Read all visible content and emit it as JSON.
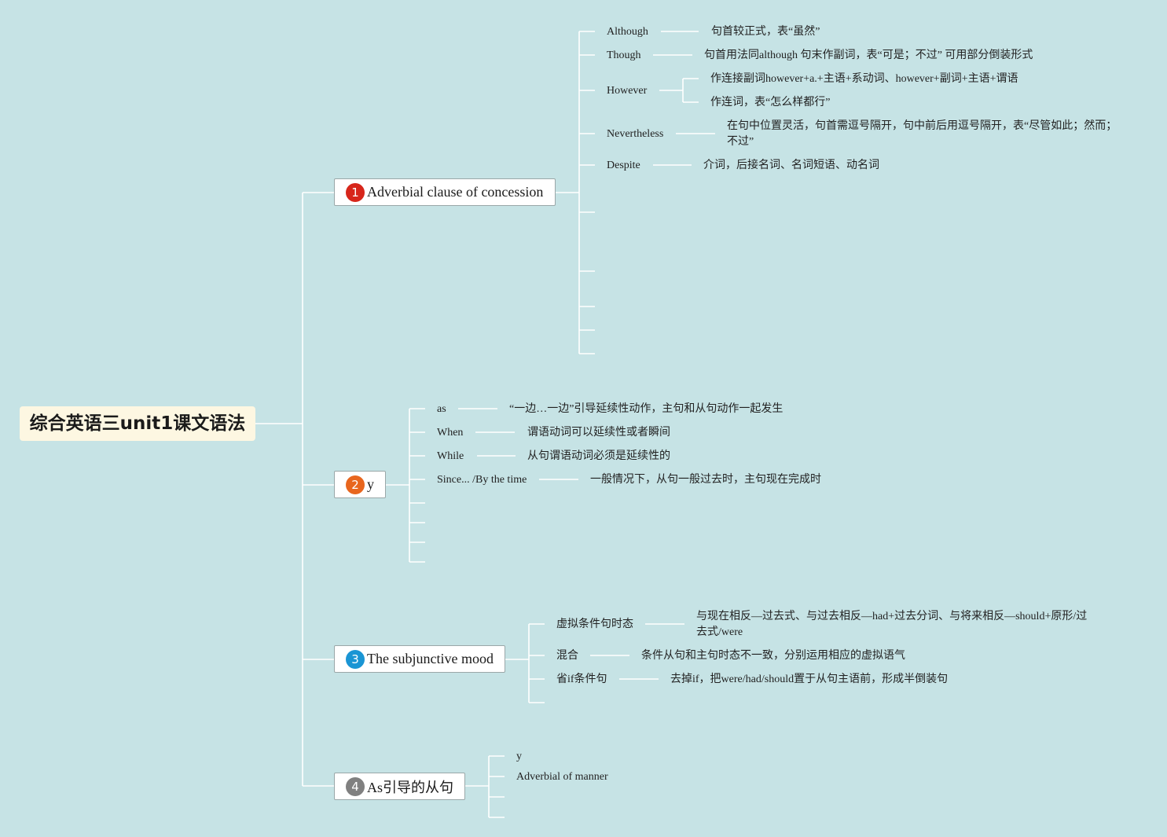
{
  "root": {
    "title": "综合英语三unit1课文语法"
  },
  "colors": {
    "background": "#c6e3e5",
    "line": "#ffffff",
    "badge1": "#d7261b",
    "badge2": "#e8661e",
    "badge3": "#1a95d4",
    "badge4": "#808080"
  },
  "branches": [
    {
      "num": "1",
      "label": "Adverbial clause of concession",
      "children": [
        {
          "term": "Although",
          "desc": "句首较正式，表“虽然”"
        },
        {
          "term": "Though",
          "desc": "句首用法同although 句末作副词，表“可是；不过” 可用部分倒装形式"
        },
        {
          "term": "However",
          "sub": [
            "作连接副词however+a.+主语+系动词、however+副词+主语+谓语",
            "作连词，表“怎么样都行”"
          ]
        },
        {
          "term": "Nevertheless",
          "desc": "在句中位置灵活，句首需逗号隔开，句中前后用逗号隔开，表“尽管如此；然而；不过”"
        },
        {
          "term": "Despite",
          "desc": "介词，后接名词、名词短语、动名词"
        }
      ]
    },
    {
      "num": "2",
      "label": "y",
      "children": [
        {
          "term": "as",
          "desc": "“一边…一边”引导延续性动作，主句和从句动作一起发生"
        },
        {
          "term": "When",
          "desc": "谓语动词可以延续性或者瞬间"
        },
        {
          "term": "While",
          "desc": "从句谓语动词必须是延续性的"
        },
        {
          "term": "Since... /By the time",
          "desc": "一般情况下，从句一般过去时，主句现在完成时"
        }
      ]
    },
    {
      "num": "3",
      "label": "The subjunctive mood",
      "children": [
        {
          "term": "虚拟条件句时态",
          "desc": "与现在相反—过去式、与过去相反—had+过去分词、与将来相反—should+原形/过去式/were"
        },
        {
          "term": "混合",
          "desc": "条件从句和主句时态不一致，分别运用相应的虚拟语气"
        },
        {
          "term": "省if条件句",
          "desc": "去掉if，把were/had/should置于从句主语前，形成半倒装句"
        }
      ]
    },
    {
      "num": "4",
      "label": "As引导的从句",
      "children": [
        {
          "term": "y"
        },
        {
          "term": "Adverbial of manner"
        }
      ]
    }
  ]
}
